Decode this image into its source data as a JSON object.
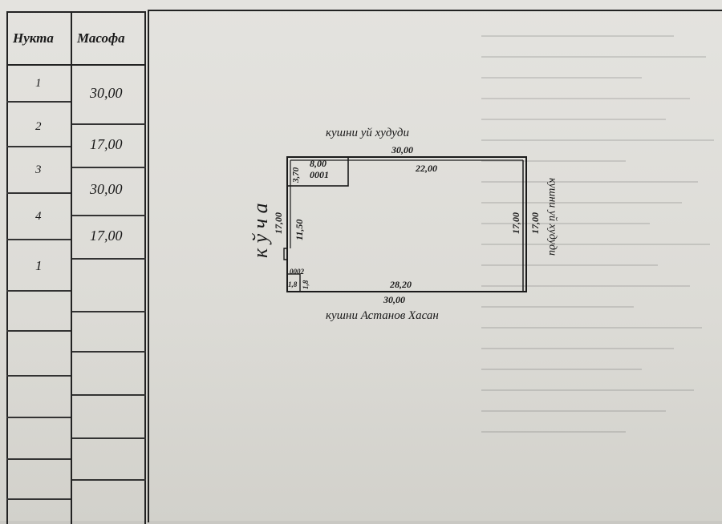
{
  "table": {
    "headers": {
      "point": "Нукта",
      "distance": "Масофа"
    },
    "points": [
      "1",
      "2",
      "3",
      "4",
      "1"
    ],
    "distances": [
      "30,00",
      "17,00",
      "30,00",
      "17,00"
    ]
  },
  "plan": {
    "top_neighbor": "кушни уй худуди",
    "right_neighbor": "кушни уй худуди",
    "bottom_neighbor": "кушни  Астанов Хасан",
    "street": "к ў ч а",
    "dims": {
      "top_total": "30,00",
      "top_inner": "22,00",
      "bottom_total": "30,00",
      "bottom_inner": "28,20",
      "right_outer": "17,00",
      "right_inner": "17,00",
      "left_outer": "17,00",
      "left_inner": "11,50",
      "bld1_height": "3,70",
      "bld1_width": "8,00",
      "bld1_id": "0001",
      "bld2_id": "0002",
      "bld2_w": "1,8",
      "bld2_h": "1,8"
    }
  }
}
